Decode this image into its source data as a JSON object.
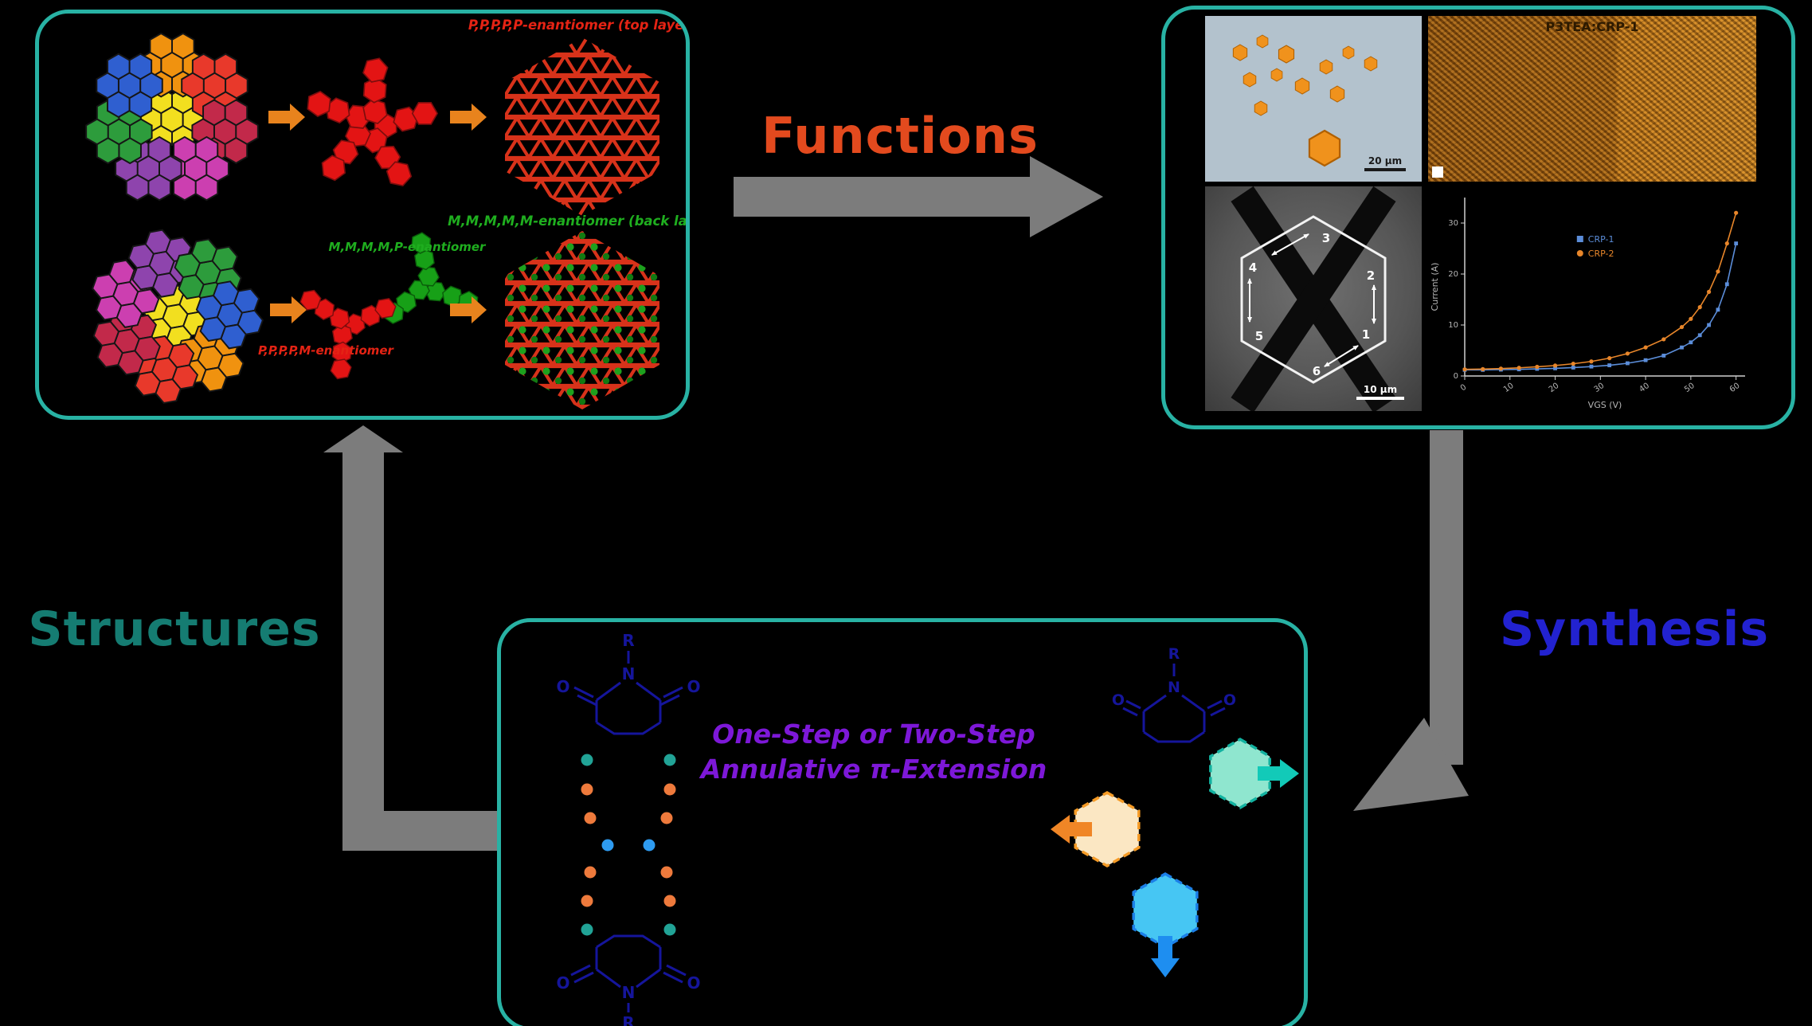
{
  "canvas": {
    "bg": "#000000"
  },
  "cycle": {
    "functions_label": "Functions",
    "structures_label": "Structures",
    "synthesis_label": "Synthesis",
    "functions_color": "#e34a1e",
    "structures_color": "#157c72",
    "synthesis_color": "#2222d0"
  },
  "structures_panel": {
    "top_layer_label": "P,P,P,P,P-enantiomer (top layer)",
    "back_layer_label": "M,M,M,M,M-enantiomer (back layer)",
    "mmmmp_label": "M,M,M,M,P-enantiomer",
    "ppppm_label": "P,P,P,P,M-enantiomer"
  },
  "functions_panel": {
    "afm_title": "P3TEA:CRP-1",
    "optical_scalebar": "20 μm",
    "sem_scalebar": "10 μm",
    "sem_numbers": [
      "1",
      "2",
      "3",
      "4",
      "5",
      "6"
    ]
  },
  "synthesis_panel": {
    "caption_line1": "One-Step or Two-Step",
    "caption_line2": "Annulative π-Extension",
    "atom_R": "R",
    "atom_N": "N",
    "atom_O": "O"
  },
  "chart_data": {
    "type": "line",
    "title": "",
    "x": [
      0,
      4,
      8,
      12,
      16,
      20,
      24,
      28,
      32,
      36,
      40,
      44,
      48,
      50,
      52,
      54,
      56,
      58,
      60
    ],
    "series": [
      {
        "name": "CRP-1",
        "color": "#5b8dd9",
        "marker": "square",
        "values": [
          1.2,
          1.2,
          1.25,
          1.3,
          1.4,
          1.5,
          1.65,
          1.85,
          2.1,
          2.5,
          3.1,
          4.0,
          5.6,
          6.6,
          8.0,
          10.0,
          13.0,
          18.0,
          26.0
        ]
      },
      {
        "name": "CRP-2",
        "color": "#e8862a",
        "marker": "circle",
        "values": [
          1.3,
          1.35,
          1.45,
          1.6,
          1.8,
          2.05,
          2.4,
          2.85,
          3.5,
          4.4,
          5.6,
          7.2,
          9.6,
          11.2,
          13.5,
          16.5,
          20.5,
          26.0,
          32.0
        ]
      }
    ],
    "xlim": [
      0,
      62
    ],
    "ylim": [
      0,
      35
    ],
    "x_ticks": [
      {
        "v": 0,
        "label": "0"
      },
      {
        "v": 10,
        "label": "10"
      },
      {
        "v": 20,
        "label": "20"
      },
      {
        "v": 30,
        "label": "30"
      },
      {
        "v": 40,
        "label": "40"
      },
      {
        "v": 50,
        "label": "50"
      },
      {
        "v": 60,
        "label": "60"
      }
    ],
    "y_ticks": [
      {
        "v": 0,
        "label": "0"
      },
      {
        "v": 10,
        "label": "10"
      },
      {
        "v": 20,
        "label": "20"
      },
      {
        "v": 30,
        "label": "30"
      }
    ],
    "xlabel": "VGS (V)",
    "ylabel": "Current (A)",
    "legend_position": "center-right",
    "grid": false
  }
}
